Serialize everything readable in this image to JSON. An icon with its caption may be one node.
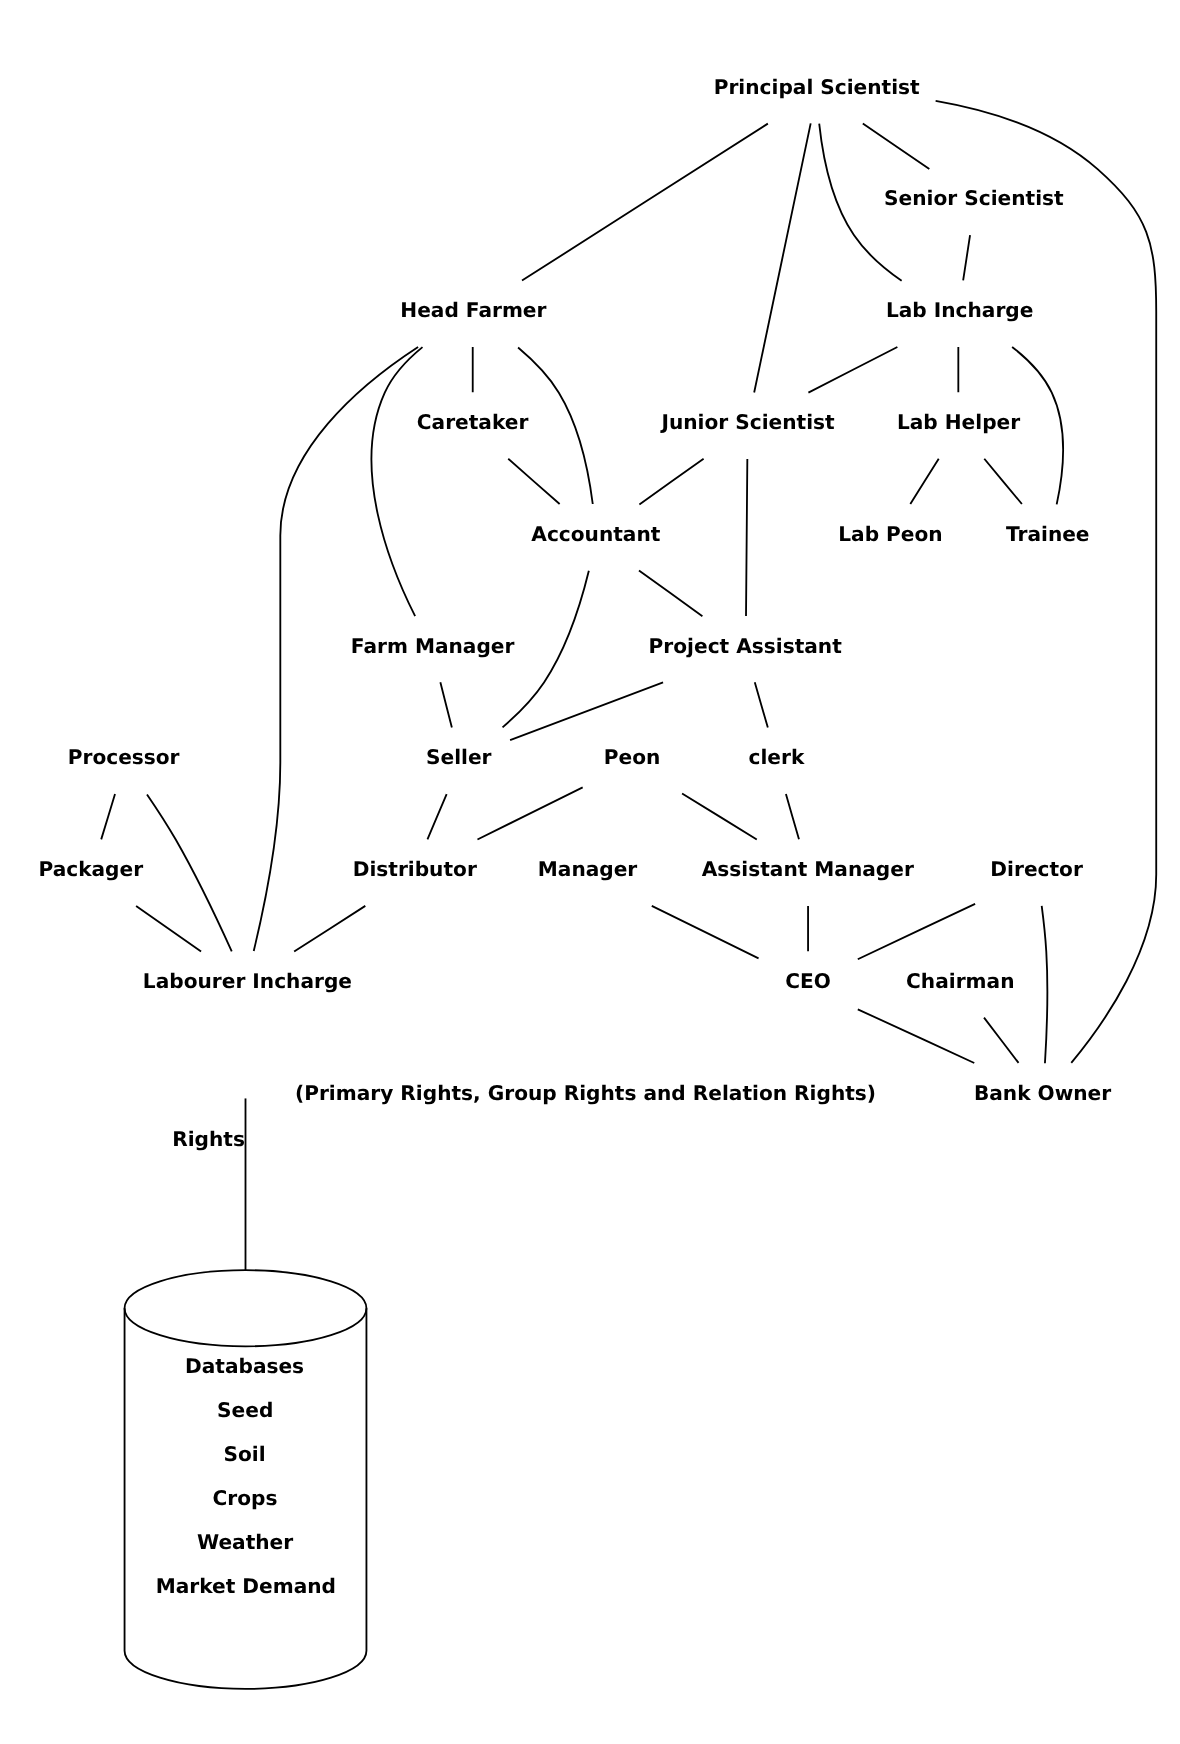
{
  "diagram": {
    "nodes": [
      {
        "text": [
          "Principal Scientist"
        ]
      },
      {
        "text": [
          "Head Farmer"
        ]
      },
      {
        "text": [
          "Senior Scientist"
        ]
      },
      {
        "text": [
          "Lab Incharge"
        ]
      },
      {
        "text": [
          "Junior Scientist"
        ]
      },
      {
        "text": [
          "Caretaker"
        ]
      },
      {
        "text": [
          "Farm Manager"
        ]
      },
      {
        "text": [
          "Accountant"
        ]
      },
      {
        "text": [
          "Lab Helper"
        ]
      },
      {
        "text": [
          "Trainee"
        ]
      },
      {
        "text": [
          "Project Assistant"
        ]
      },
      {
        "text": [
          "Seller"
        ]
      },
      {
        "text": [
          "Lab Peon"
        ]
      },
      {
        "text": [
          "clerk"
        ]
      },
      {
        "text": [
          "Peon"
        ]
      },
      {
        "text": [
          "Assistant Manager"
        ]
      },
      {
        "text": [
          "Manager"
        ]
      },
      {
        "text": [
          "Processor"
        ]
      },
      {
        "text": [
          "Distributor"
        ]
      },
      {
        "text": [
          "Packager"
        ]
      },
      {
        "text": [
          "Chairman"
        ]
      },
      {
        "text": [
          "Director"
        ]
      },
      {
        "text": [
          "CEO"
        ]
      },
      {
        "text": [
          "Bank Owner"
        ]
      },
      {
        "text": [
          "Labourer Incharge"
        ]
      },
      {
        "text": [
          "Databases",
          "Seed",
          "Soil",
          "Crops",
          "Weather",
          "Market Demand"
        ]
      }
    ],
    "edges": [
      {
        "from": 0,
        "to": 1,
        "arrow": "none"
      },
      {
        "from": 0,
        "to": 2,
        "arrow": "none"
      },
      {
        "from": 0,
        "to": 3,
        "arrow": "none"
      },
      {
        "from": 0,
        "to": 4,
        "arrow": "none"
      },
      {
        "from": 2,
        "to": 3,
        "arrow": "none"
      },
      {
        "from": 3,
        "to": 4,
        "arrow": "none"
      },
      {
        "from": 3,
        "to": 8,
        "arrow": "none"
      },
      {
        "from": 3,
        "to": 9,
        "arrow": "none"
      },
      {
        "from": 8,
        "to": 9,
        "arrow": "none"
      },
      {
        "from": 4,
        "to": 10,
        "arrow": "none"
      },
      {
        "from": 8,
        "to": 12,
        "arrow": "none"
      },
      {
        "from": 1,
        "to": 7,
        "arrow": "none"
      },
      {
        "from": 1,
        "to": 5,
        "arrow": "none"
      },
      {
        "from": 1,
        "to": 6,
        "arrow": "none"
      },
      {
        "from": 4,
        "to": 7,
        "arrow": "none"
      },
      {
        "from": 5,
        "to": 7,
        "arrow": "none"
      },
      {
        "from": 7,
        "to": 10,
        "arrow": "none"
      },
      {
        "from": 7,
        "to": 11,
        "arrow": "none"
      },
      {
        "from": 6,
        "to": 11,
        "arrow": "none"
      },
      {
        "from": 10,
        "to": 11,
        "arrow": "none"
      },
      {
        "from": 10,
        "to": 13,
        "arrow": "none"
      },
      {
        "from": 13,
        "to": 15,
        "arrow": "none"
      },
      {
        "from": 14,
        "to": 15,
        "arrow": "none"
      },
      {
        "from": 14,
        "to": 18,
        "arrow": "none"
      },
      {
        "from": 11,
        "to": 18,
        "arrow": "none"
      },
      {
        "from": 15,
        "to": 22,
        "arrow": "none"
      },
      {
        "from": 16,
        "to": 22,
        "arrow": "none"
      },
      {
        "from": 21,
        "to": 22,
        "arrow": "none"
      },
      {
        "from": 21,
        "to": 23,
        "arrow": "none"
      },
      {
        "from": 22,
        "to": 23,
        "arrow": "none"
      },
      {
        "from": 20,
        "to": 23,
        "arrow": "none"
      },
      {
        "from": 17,
        "to": 19,
        "arrow": "none"
      },
      {
        "from": 17,
        "to": 24,
        "arrow": "none"
      },
      {
        "from": 19,
        "to": 24,
        "arrow": "none"
      },
      {
        "from": 18,
        "to": 24,
        "arrow": "none"
      },
      {
        "from": 0,
        "to": 23,
        "arrow": "none"
      },
      {
        "from": 1,
        "to": 24,
        "arrow": "none"
      },
      {
        "from": null,
        "to": 25,
        "label": "Rights",
        "arrow": "none"
      }
    ],
    "labels": [
      "(Primary Rights, Group Rights and Relation Rights)"
    ]
  }
}
